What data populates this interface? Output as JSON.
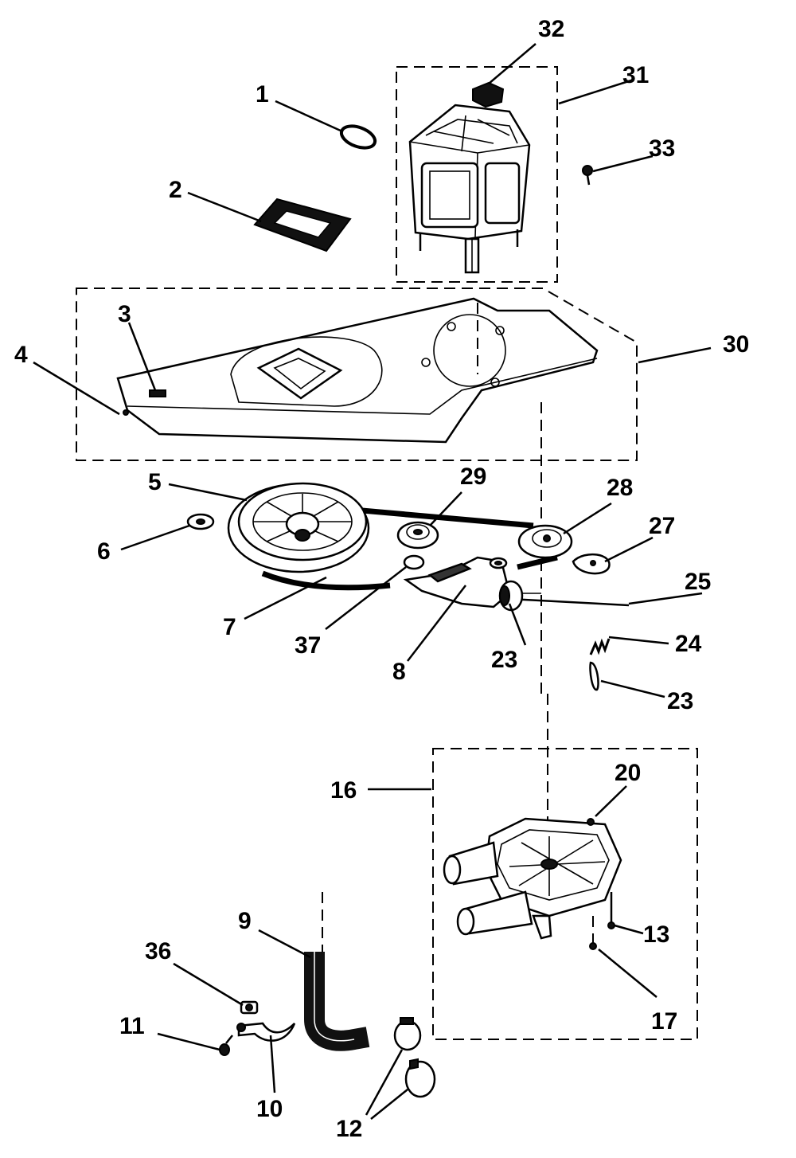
{
  "labels": {
    "p1": "1",
    "p2": "2",
    "p3": "3",
    "p4": "4",
    "p5": "5",
    "p6": "6",
    "p7": "7",
    "p8": "8",
    "p9": "9",
    "p10": "10",
    "p11": "11",
    "p12": "12",
    "p13": "13",
    "p16": "16",
    "p17": "17",
    "p20": "20",
    "p23a": "23",
    "p23b": "23",
    "p24": "24",
    "p25": "25",
    "p27": "27",
    "p28": "28",
    "p29": "29",
    "p30": "30",
    "p31": "31",
    "p32": "32",
    "p33": "33",
    "p36": "36",
    "p37": "37"
  }
}
